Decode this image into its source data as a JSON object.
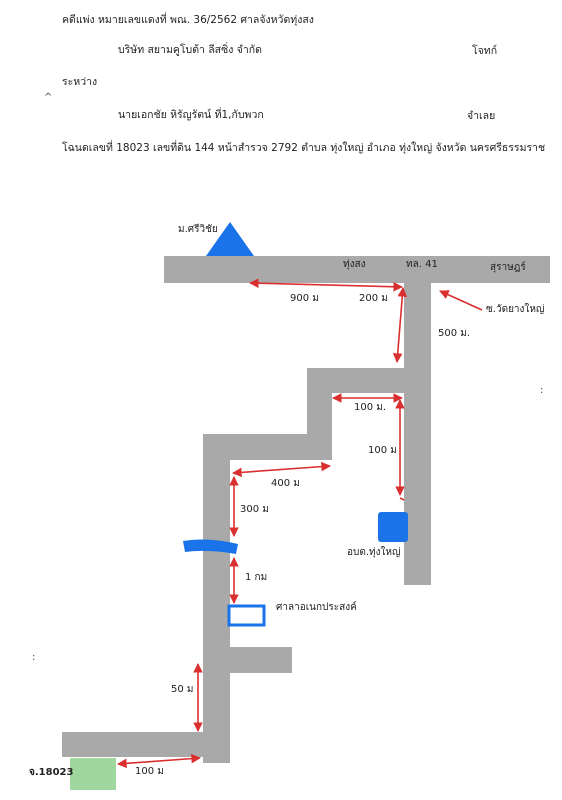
{
  "header": {
    "case_line": "คดีแพ่ง หมายเลขแดงที่ พณ. 36/2562  ศาลจังหวัดทุ่งสง",
    "plaintiff_name": "บริษัท สยามคูโบต้า  ลีสซิ่ง จำกัด",
    "plaintiff_role": "โจทก์",
    "between": "ระหว่าง",
    "defendant_name": "นายเอกชัย หิรัญรัตน์ ที่1,กับพวก",
    "defendant_role": "จำเลย",
    "deed_line": "โฉนดเลขที่ 18023 เลขที่ดิน 144 หน้าสำรวจ 2792  ตำบล ทุ่งใหญ่  อำเภอ ทุ่งใหญ่ จังหวัด นครศรีธรรมราช"
  },
  "map": {
    "labels": {
      "university": "ม.ศรีวิชัย",
      "thungsong": "ทุ่งสง",
      "road_no": "ทล. 41",
      "surat": "สุราษฎร์",
      "soi": "ซ.วัดยางใหญ่",
      "sao": "อบต.ทุ่งใหญ่",
      "sala": "ศาลาอเนกประสงค์",
      "plot": "จ.18023"
    },
    "distances": {
      "d900": "900 ม",
      "d200": "200 ม",
      "d500": "500 ม.",
      "d100a": "100 ม.",
      "d100b": "100 ม",
      "d400": "400 ม",
      "d300": "300 ม",
      "d1km": "1 กม",
      "d50": "50 ม",
      "d100c": "100 ม"
    },
    "colors": {
      "road": "#a9a9a9",
      "arrow": "#d9302f",
      "landmark": "#1a73e8",
      "plot": "#9fd79f"
    }
  }
}
